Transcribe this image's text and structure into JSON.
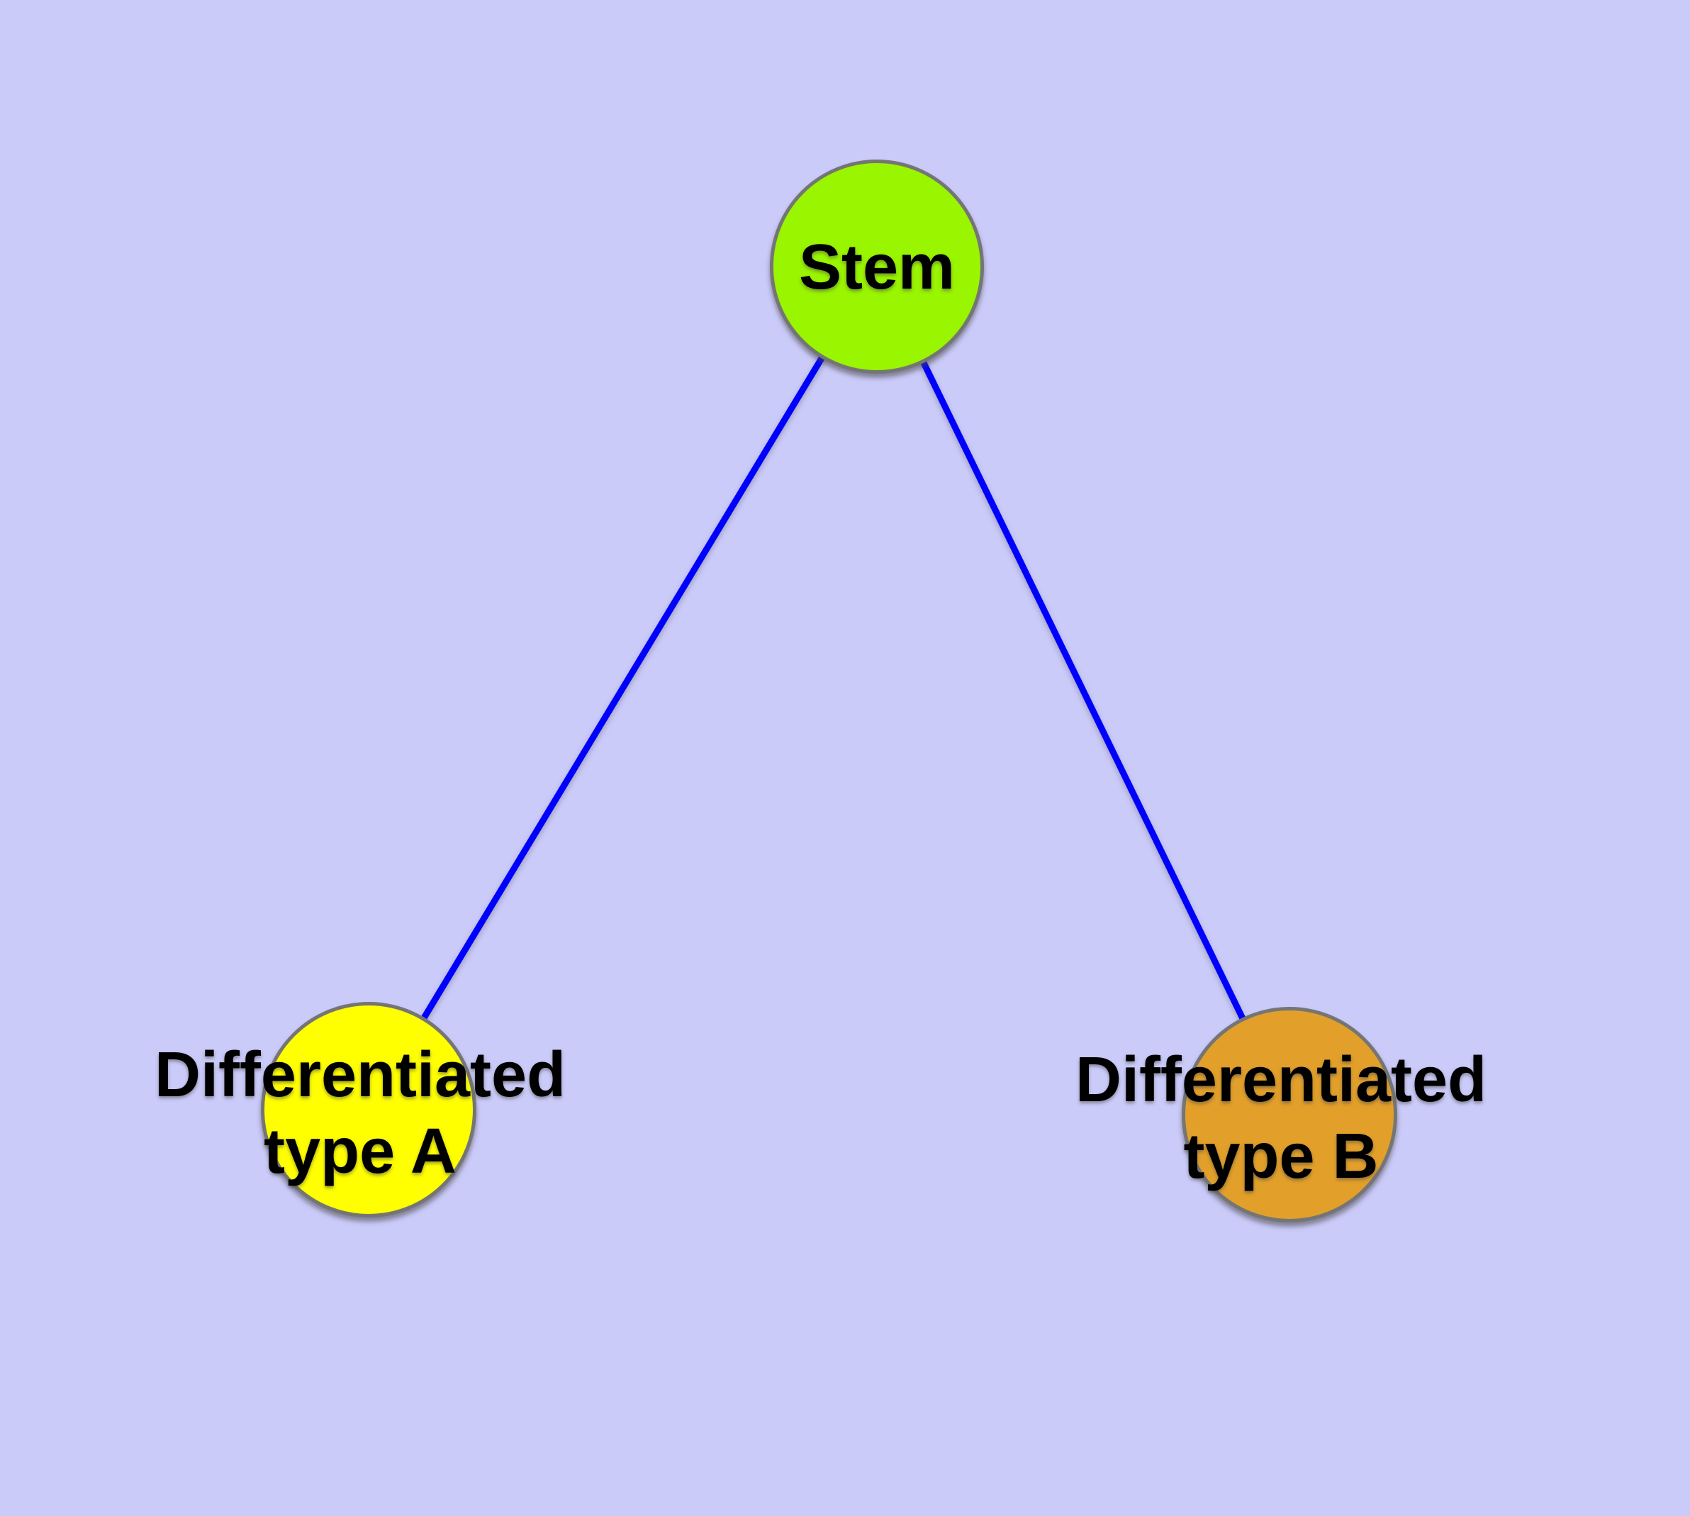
{
  "diagram": {
    "background_color": "#CBCBFA",
    "edge_color": "#0000FF",
    "node_border_color": "#757575",
    "text_color": "#000000",
    "nodes": [
      {
        "id": "stem",
        "label": "Stem",
        "fill": "#99F500"
      },
      {
        "id": "differentiated-type-a",
        "label_line1": "Differentiated",
        "label_line2": "type A",
        "fill": "#FFFF00"
      },
      {
        "id": "differentiated-type-b",
        "label_line1": "Differentiated",
        "label_line2": "type B",
        "fill": "#E2A02A"
      }
    ],
    "edges": [
      {
        "from": "stem",
        "to": "differentiated-type-a"
      },
      {
        "from": "stem",
        "to": "differentiated-type-b"
      }
    ]
  }
}
